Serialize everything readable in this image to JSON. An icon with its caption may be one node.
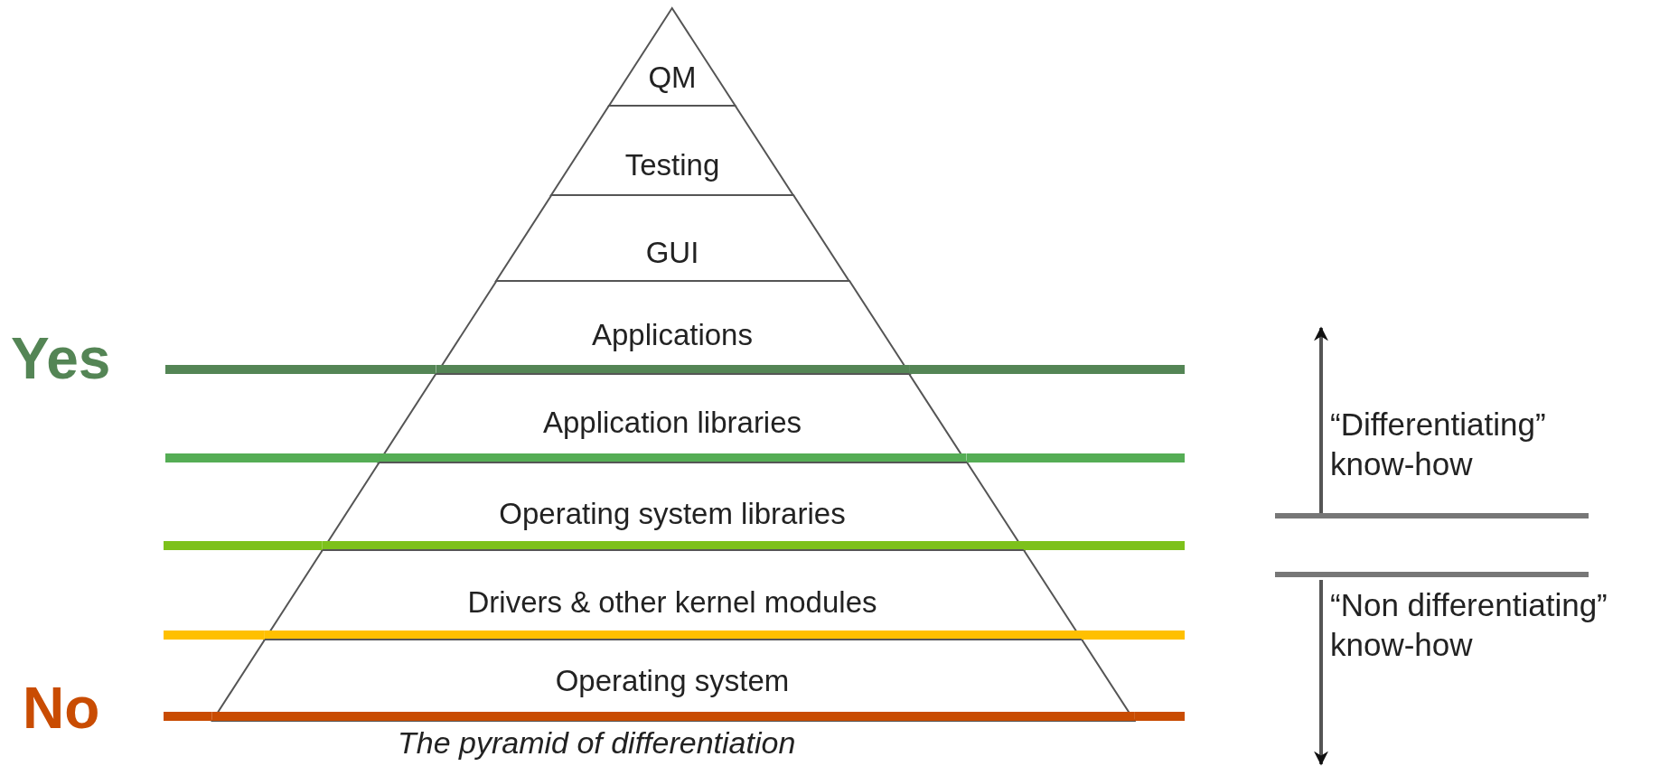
{
  "diagram": {
    "caption": "The pyramid of differentiation",
    "nodes": [
      {
        "text": [
          "QM"
        ]
      },
      {
        "text": [
          "Testing"
        ]
      },
      {
        "text": [
          "GUI"
        ]
      },
      {
        "text": [
          "Applications"
        ]
      },
      {
        "text": [
          "Application libraries"
        ]
      },
      {
        "text": [
          "Operating system libraries"
        ]
      },
      {
        "text": [
          "Drivers & other kernel modules"
        ]
      },
      {
        "text": [
          "Operating system"
        ]
      }
    ],
    "labels": [
      "Yes",
      "No",
      "“Differentiating” know-how",
      "“Non differentiating” know-how"
    ]
  }
}
